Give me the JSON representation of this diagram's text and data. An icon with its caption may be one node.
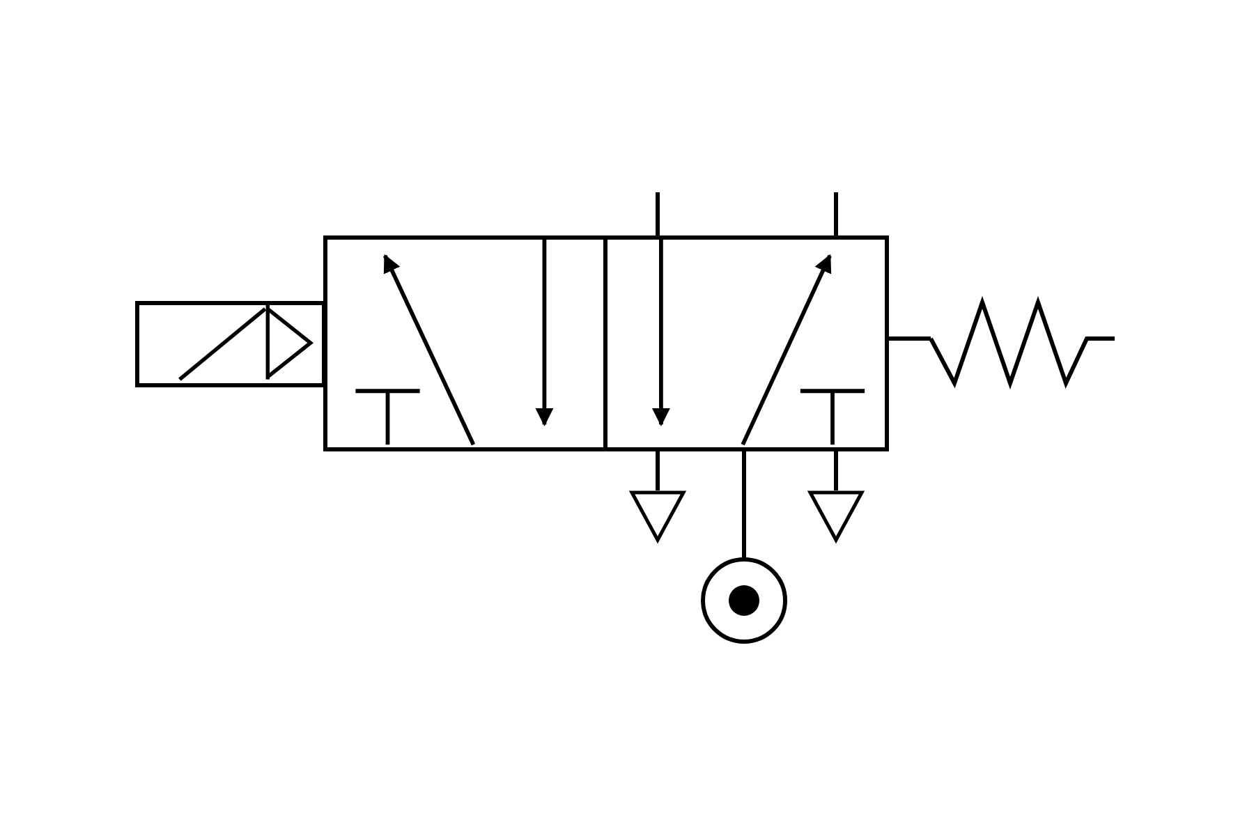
{
  "diagram": {
    "nodes": [
      {
        "text": [],
        "shape": "box"
      },
      {
        "text": [],
        "shape": "box"
      },
      {
        "text": [],
        "shape": "box"
      },
      {
        "text": [],
        "shape": "spring"
      },
      {
        "text": [],
        "shape": "triangle"
      },
      {
        "text": [],
        "shape": "circle"
      },
      {
        "text": [],
        "shape": "triangle"
      }
    ],
    "edges": [
      {
        "from": null,
        "to": 2,
        "arrow": "none"
      },
      {
        "from": null,
        "to": 2,
        "arrow": "none"
      },
      {
        "from": 2,
        "to": 3,
        "arrow": "none"
      },
      {
        "from": 2,
        "to": 4,
        "arrow": "none"
      },
      {
        "from": 2,
        "to": 5,
        "arrow": "none"
      },
      {
        "from": 2,
        "to": 6,
        "arrow": "none"
      }
    ]
  }
}
